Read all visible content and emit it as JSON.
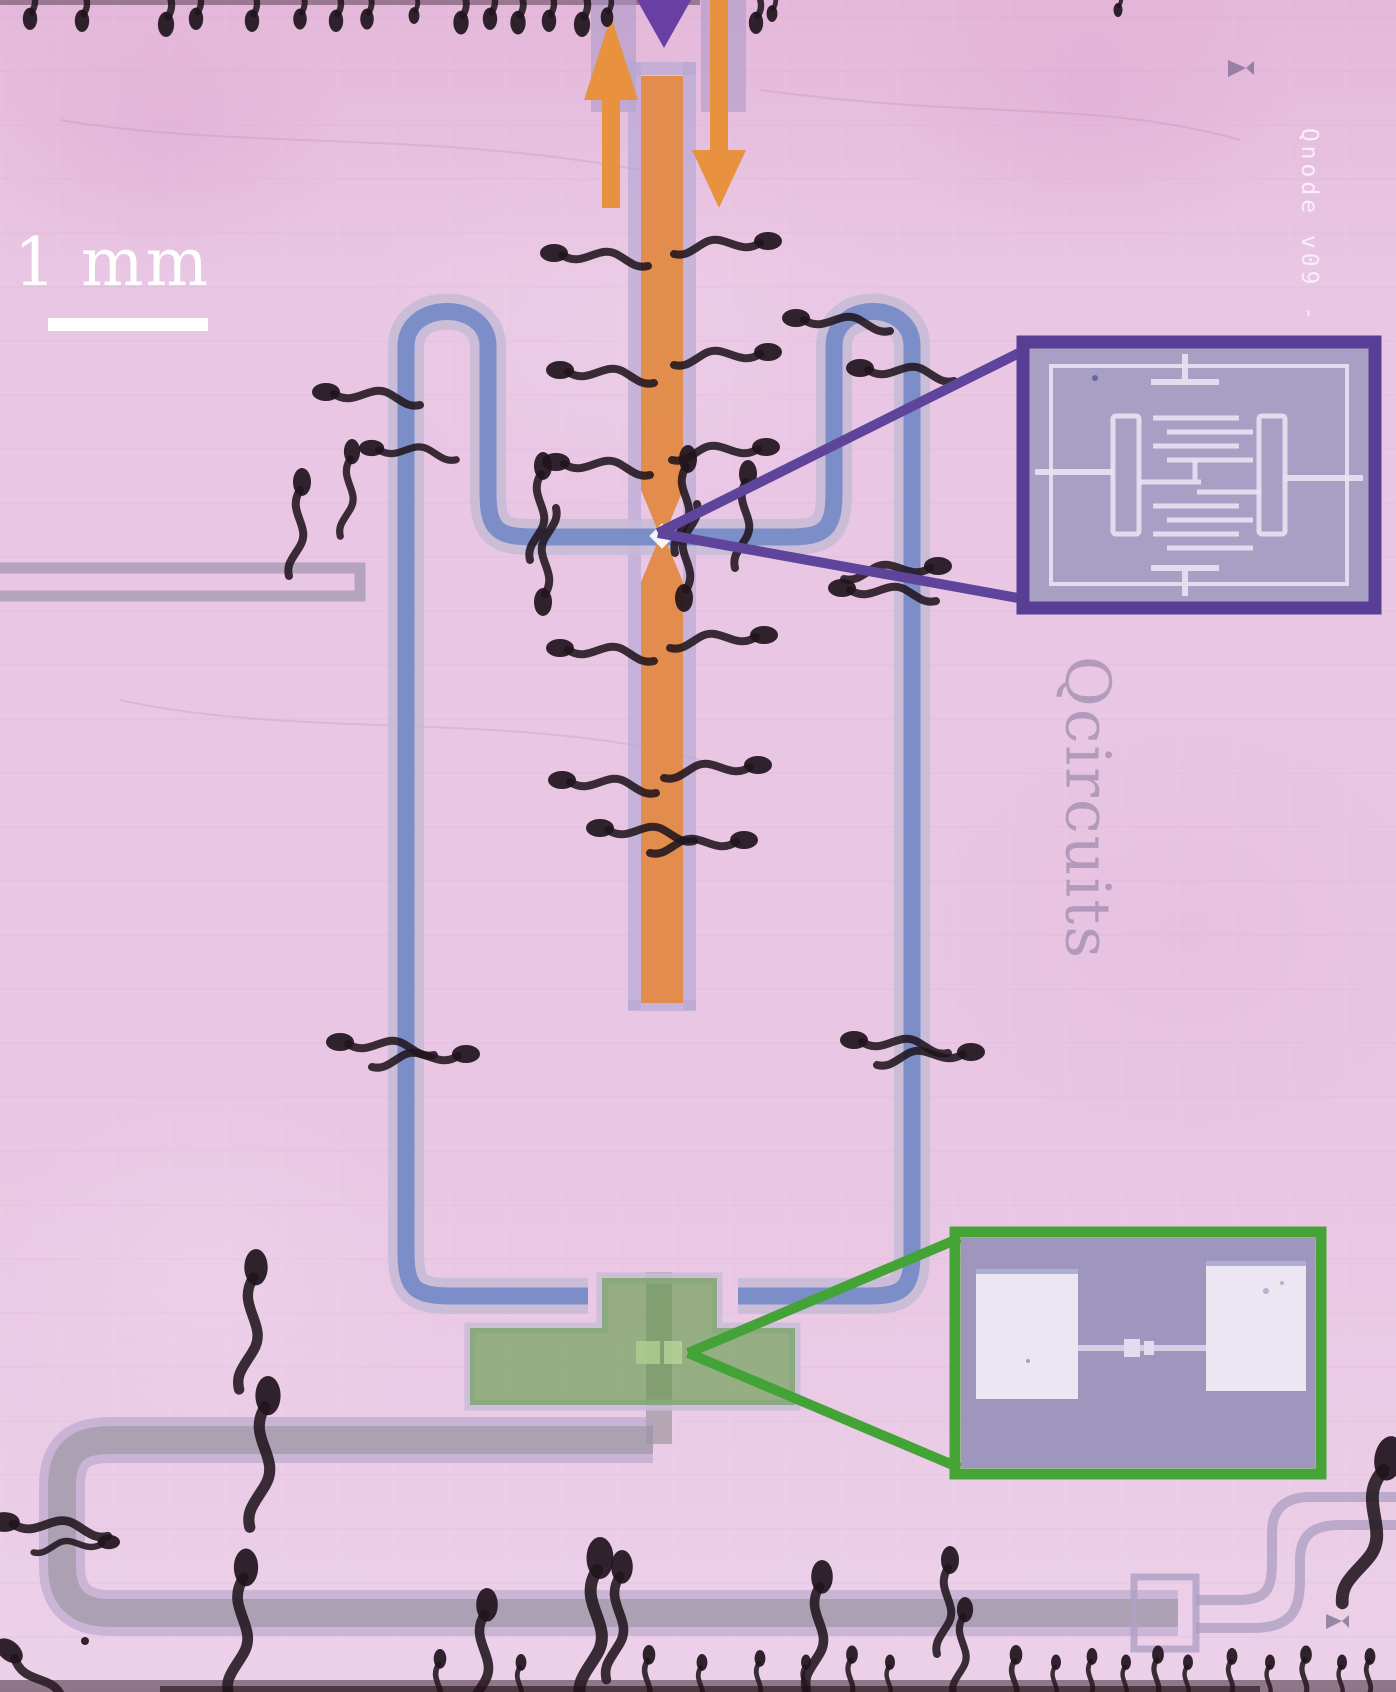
{
  "image": {
    "scale_bar": {
      "label": "1 mm"
    },
    "chip_id": "Qnode v09 -",
    "brand_watermark": "Qcircuits"
  },
  "icons": {
    "input_arrow": "arrow-up",
    "output_arrow": "arrow-down",
    "port_marker": "triangle-down"
  },
  "colors": {
    "bg": "#e9c6e4",
    "feedline": "#e28a44",
    "resonator": "#6e86c4",
    "qubit": "#5d9b42",
    "leader_purple": "#5f449b",
    "inset_purple_border": "#583f95",
    "leader_green": "#44a336",
    "inset_green_border": "#46a437",
    "casing": "#c6b8d8",
    "trace": "#9e97a8",
    "bond": "#20141c",
    "scale_text": "#ffffff"
  }
}
